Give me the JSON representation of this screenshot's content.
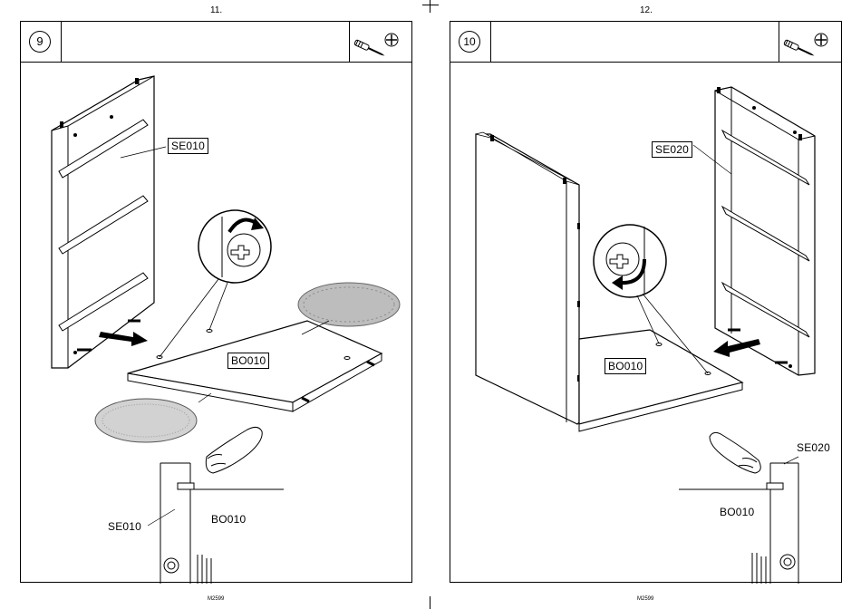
{
  "left_page": {
    "page_number": "11.",
    "step_number": "9",
    "labels": {
      "side_panel": "SE010",
      "bottom_panel": "BO010",
      "detail_side": "SE010",
      "detail_bottom": "BO010"
    },
    "footer": "M2599"
  },
  "right_page": {
    "page_number": "12.",
    "step_number": "10",
    "labels": {
      "side_panel": "SE020",
      "bottom_panel": "BO010",
      "detail_side": "SE020",
      "detail_bottom": "BO010"
    },
    "footer": "M2599"
  },
  "icons": [
    "screwdriver-icon",
    "phillips-screw-icon",
    "rotate-clockwise-icon",
    "rotate-counterclockwise-icon",
    "push-arrow-icon",
    "finger-press-icon"
  ]
}
